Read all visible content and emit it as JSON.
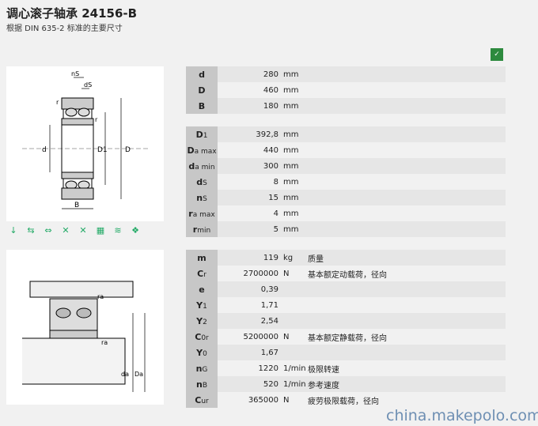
{
  "header": {
    "title": "调心滚子轴承 24156-B",
    "subtitle": "根据 DIN 635-2 标准的主要尺寸",
    "badge": "✓"
  },
  "icons": [
    "↓",
    "⇆",
    "⇔",
    "✕",
    "✕",
    "▦",
    "≋",
    "❖"
  ],
  "dimensions": {
    "labels": {
      "nS": "nS",
      "dS": "dS",
      "r1": "r",
      "r2": "r",
      "d": "d",
      "D1": "D1",
      "D": "D",
      "B": "B"
    }
  },
  "mounting": {
    "labels": {
      "ra1": "ra",
      "ra2": "ra",
      "da": "da",
      "Da": "Da"
    }
  },
  "group1": [
    {
      "sym": "d",
      "sub": "",
      "val": "280",
      "unit": "mm",
      "desc": ""
    },
    {
      "sym": "D",
      "sub": "",
      "val": "460",
      "unit": "mm",
      "desc": ""
    },
    {
      "sym": "B",
      "sub": "",
      "val": "180",
      "unit": "mm",
      "desc": ""
    }
  ],
  "group2": [
    {
      "sym": "D",
      "sub": "1",
      "val": "392,8",
      "unit": "mm",
      "desc": ""
    },
    {
      "sym": "D",
      "sub": "a max",
      "val": "440",
      "unit": "mm",
      "desc": ""
    },
    {
      "sym": "d",
      "sub": "a min",
      "val": "300",
      "unit": "mm",
      "desc": ""
    },
    {
      "sym": "d",
      "sub": "S",
      "val": "8",
      "unit": "mm",
      "desc": ""
    },
    {
      "sym": "n",
      "sub": "S",
      "val": "15",
      "unit": "mm",
      "desc": ""
    },
    {
      "sym": "r",
      "sub": "a max",
      "val": "4",
      "unit": "mm",
      "desc": ""
    },
    {
      "sym": "r",
      "sub": "min",
      "val": "5",
      "unit": "mm",
      "desc": ""
    }
  ],
  "group3": [
    {
      "sym": "m",
      "sub": "",
      "val": "119",
      "unit": "kg",
      "desc": "质量"
    },
    {
      "sym": "C",
      "sub": "r",
      "val": "2700000",
      "unit": "N",
      "desc": "基本额定动载荷，径向"
    },
    {
      "sym": "e",
      "sub": "",
      "val": "0,39",
      "unit": "",
      "desc": ""
    },
    {
      "sym": "Y",
      "sub": "1",
      "val": "1,71",
      "unit": "",
      "desc": ""
    },
    {
      "sym": "Y",
      "sub": "2",
      "val": "2,54",
      "unit": "",
      "desc": ""
    },
    {
      "sym": "C",
      "sub": "0r",
      "val": "5200000",
      "unit": "N",
      "desc": "基本额定静载荷，径向"
    },
    {
      "sym": "Y",
      "sub": "0",
      "val": "1,67",
      "unit": "",
      "desc": ""
    },
    {
      "sym": "n",
      "sub": "G",
      "val": "1220",
      "unit": "1/min",
      "desc": "极限转速"
    },
    {
      "sym": "n",
      "sub": "B",
      "val": "520",
      "unit": "1/min",
      "desc": "参考速度"
    },
    {
      "sym": "C",
      "sub": "ur",
      "val": "365000",
      "unit": "N",
      "desc": "疲劳极限载荷，径向"
    }
  ],
  "watermark": "china.makepolo.com"
}
